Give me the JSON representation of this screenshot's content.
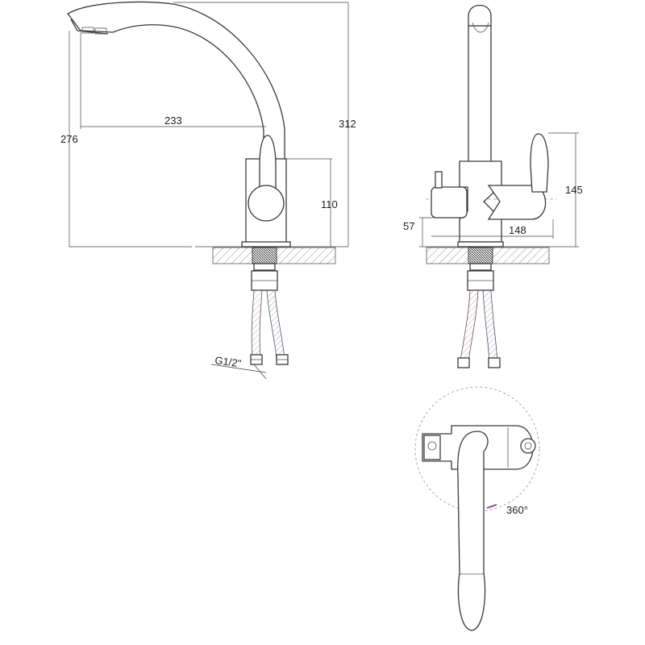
{
  "dimensions": {
    "reach": "233",
    "height_at_side": "276",
    "total_height": "312",
    "body_height": "110",
    "handle_height": "145",
    "lower_height": "57",
    "side_width": "148",
    "connection_thread": "G1/2\"",
    "rotation": "360°"
  },
  "colors": {
    "outline": "#3a3a3a",
    "hot_hose": "#d9a0a0",
    "cold_hose": "#9ca0d8",
    "rotation_marker": "#8a1c8a"
  }
}
